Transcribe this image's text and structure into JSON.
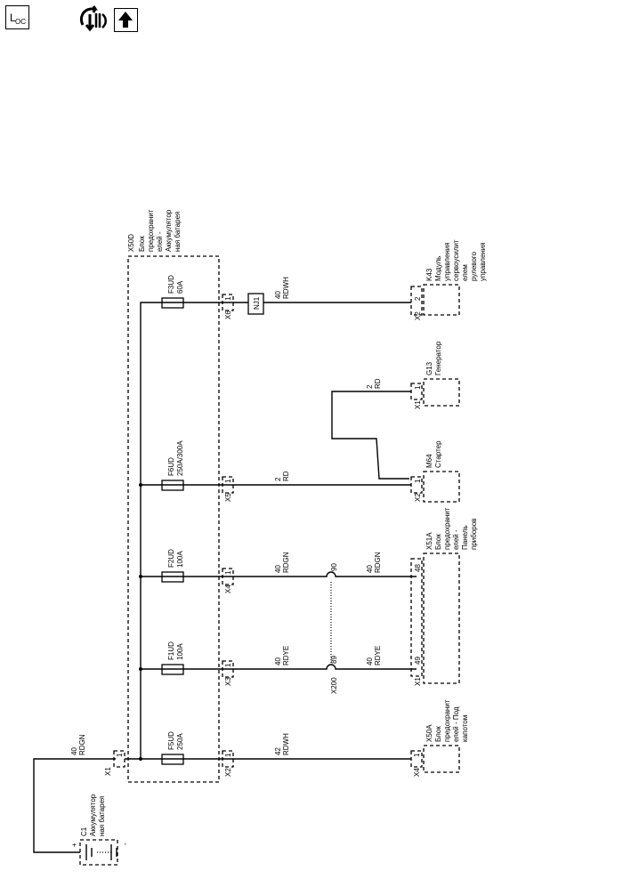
{
  "toolbar": {
    "loc_label": "L",
    "loc_sub": "OC"
  },
  "battery": {
    "ref": "C1",
    "name_line1": "Аккумулятор",
    "name_line2": "ная батарея",
    "plus": "+",
    "minus": "-"
  },
  "fuse_block": {
    "ref": "X50D",
    "name_line1": "Блок",
    "name_line2": "предохранит",
    "name_line3": "елей -",
    "name_line4": "Аккумулятор",
    "name_line5": "ная батарея",
    "input_connector": "X1",
    "input_pin": "1",
    "input_wire_size": "40",
    "input_wire_color": "RDGN"
  },
  "fuses": [
    {
      "name": "F5UD",
      "rating": "250A",
      "connector": "X2",
      "pin": "1",
      "wire_size": "42",
      "wire_color": "RDWH"
    },
    {
      "name": "F1UD",
      "rating": "100A",
      "connector": "X3",
      "pin": "1",
      "wire_size": "40",
      "wire_color": "RDYE"
    },
    {
      "name": "F2UD",
      "rating": "100A",
      "connector": "X4",
      "pin": "1",
      "wire_size": "40",
      "wire_color": "RDGN"
    },
    {
      "name": "F6UD",
      "rating": "250A/300A",
      "connector": "X5",
      "pin": "1",
      "wire_size": "2",
      "wire_color": "RD"
    },
    {
      "name": "F3UD",
      "rating": "60A",
      "connector": "X6",
      "pin": "1",
      "wire_size": "40",
      "wire_color": "RDWH"
    }
  ],
  "splice": {
    "ref": "NJ1"
  },
  "inline_connector": {
    "ref": "X200",
    "pin_a": "89",
    "pin_b": "90",
    "after_size_a": "40",
    "after_color_a": "RDYE",
    "after_size_b": "40",
    "after_color_b": "RDGN"
  },
  "components": {
    "x50a": {
      "ref": "X50A",
      "line1": "Блок",
      "line2": "предохранит",
      "line3": "елей - Под",
      "line4": "капотом",
      "connector": "X4",
      "pin": "1"
    },
    "x51a": {
      "ref": "X51A",
      "line1": "Блок",
      "line2": "предохранит",
      "line3": "елей -",
      "line4": "Панель",
      "line5": "приборов",
      "connector": "X1",
      "pin_a": "49",
      "pin_b": "48"
    },
    "m64": {
      "ref": "M64",
      "name": "Стартер",
      "connector": "X2",
      "pin": "1"
    },
    "g13": {
      "ref": "G13",
      "name": "Генератор",
      "connector": "X1",
      "pin": "1",
      "wire_size": "2",
      "wire_color": "RD"
    },
    "k43": {
      "ref": "K43",
      "line1": "Модуль",
      "line2": "управления",
      "line3": "сервоусилит",
      "line4": "елем",
      "line5": "рулевого",
      "line6": "управления",
      "connector": "X2",
      "pin": "2"
    }
  }
}
